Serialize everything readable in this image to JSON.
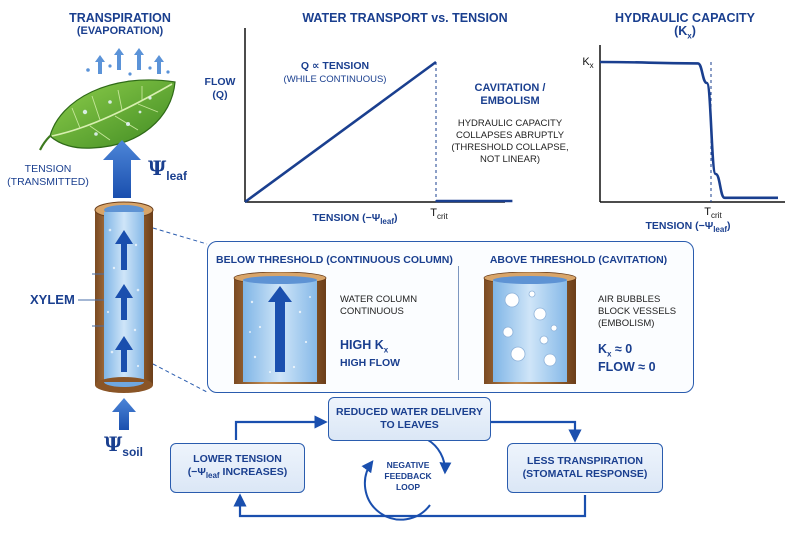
{
  "leaf_panel": {
    "title_line1": "TRANSPIRATION",
    "title_line2": "(EVAPORATION)",
    "tension_line1": "TENSION",
    "tension_line2": "(TRANSMITTED)",
    "psi_leaf_symbol": "Ψ",
    "psi_leaf_sub": "leaf",
    "xylem_label": "XYLEM",
    "psi_soil_symbol": "Ψ",
    "psi_soil_sub": "soil"
  },
  "flow_chart": {
    "title": "WATER TRANSPORT vs. TENSION",
    "ylabel_line1": "FLOW",
    "ylabel_line2": "(Q)",
    "xlabel_main": "TENSION (−Ψ",
    "xlabel_sub": "leaf",
    "xlabel_end": ")",
    "tcrit_main": "T",
    "tcrit_sub": "crit",
    "line_label_1": "Q ∝ TENSION",
    "line_label_2": "(WHILE CONTINUOUS)",
    "cav_title_1": "CAVITATION /",
    "cav_title_2": "EMBOLISM",
    "cav_note_1": "HYDRAULIC CAPACITY",
    "cav_note_2": "COLLAPSES ABRUPTLY",
    "cav_note_3": "(THRESHOLD COLLAPSE,",
    "cav_note_4": "NOT LINEAR)"
  },
  "capacity_chart": {
    "title_line1": "HYDRAULIC CAPACITY",
    "title_line2_main": "(K",
    "title_line2_sub": "x",
    "title_line2_end": ")",
    "ylabel_main": "K",
    "ylabel_sub": "x",
    "tcrit_main": "T",
    "tcrit_sub": "crit",
    "xlabel_main": "TENSION (−Ψ",
    "xlabel_sub": "leaf",
    "xlabel_end": ")"
  },
  "chart_data": [
    {
      "type": "line",
      "title": "WATER TRANSPORT vs. TENSION",
      "xlabel": "TENSION (−Ψleaf)",
      "ylabel": "FLOW (Q)",
      "series": [
        {
          "name": "Q ∝ TENSION",
          "x": [
            0,
            1
          ],
          "y": [
            0,
            1
          ]
        },
        {
          "name": "CAVITATION / EMBOLISM",
          "x": [
            1,
            1.4
          ],
          "y": [
            0,
            0
          ]
        }
      ],
      "threshold_x": 1,
      "threshold_label": "Tcrit"
    },
    {
      "type": "line",
      "title": "HYDRAULIC CAPACITY (Kx)",
      "xlabel": "TENSION (−Ψleaf)",
      "ylabel": "Kx",
      "series": [
        {
          "x": [
            0,
            0.55,
            0.6,
            0.65,
            0.7,
            1.0
          ],
          "y": [
            1,
            0.99,
            0.85,
            0.2,
            0.03,
            0.03
          ]
        }
      ],
      "threshold_x": 0.6,
      "threshold_label": "Tcrit"
    }
  ],
  "threshold_panel": {
    "below_title": "BELOW THRESHOLD (CONTINUOUS COLUMN)",
    "below_desc_1": "WATER COLUMN",
    "below_desc_2": "CONTINUOUS",
    "below_high_k_main": "HIGH K",
    "below_high_k_sub": "x",
    "below_high_flow": "HIGH FLOW",
    "above_title": "ABOVE THRESHOLD (CAVITATION)",
    "above_desc_1": "AIR BUBBLES",
    "above_desc_2": "BLOCK VESSELS",
    "above_desc_3": "(EMBOLISM)",
    "above_k_main": "K",
    "above_k_sub": "x",
    "above_k_end": " ≈ 0",
    "above_flow": "FLOW ≈ 0"
  },
  "feedback": {
    "top_line1": "REDUCED WATER DELIVERY",
    "top_line2": "TO LEAVES",
    "right_line1": "LESS TRANSPIRATION",
    "right_line2": "(STOMATAL RESPONSE)",
    "left_line1": "LOWER TENSION",
    "left_line2_main": "(−Ψ",
    "left_line2_sub": "leaf",
    "left_line2_end": "  INCREASES)",
    "loop_line1": "NEGATIVE",
    "loop_line2": "FEEDBACK",
    "loop_line3": "LOOP"
  }
}
